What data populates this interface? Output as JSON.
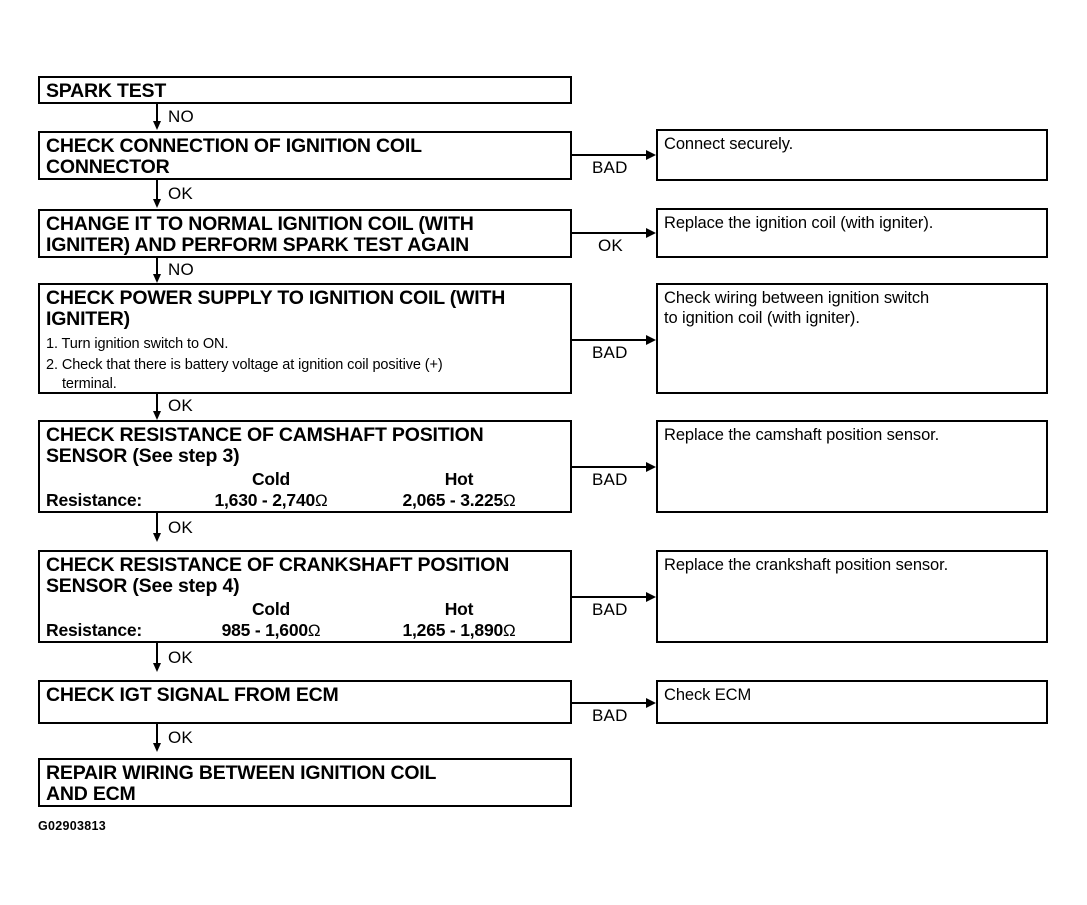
{
  "diagram": {
    "title": "SPARK TEST",
    "footer_code": "G02903813",
    "steps": [
      {
        "id": "spark-test",
        "title": "SPARK TEST"
      },
      {
        "id": "check-connection",
        "title": "CHECK CONNECTION OF IGNITION COIL\nCONNECTOR"
      },
      {
        "id": "change-coil",
        "title": "CHANGE IT TO NORMAL IGNITION COIL (WITH\nIGNITER) AND PERFORM SPARK TEST AGAIN"
      },
      {
        "id": "check-power-supply",
        "title": "CHECK POWER SUPPLY TO IGNITION COIL (WITH\nIGNITER)",
        "substeps": [
          "1. Turn ignition switch to ON.",
          "2. Check that there is battery voltage at ignition coil positive (+)\n     terminal."
        ]
      },
      {
        "id": "check-camshaft-sensor",
        "title": "CHECK RESISTANCE OF CAMSHAFT POSITION\nSENSOR (See step 3)",
        "spec": {
          "header_label": "",
          "cold_header": "Cold",
          "hot_header": "Hot",
          "row_label": "Resistance:",
          "cold_value": "1,630  -  2,740",
          "hot_value": "2,065  -  3.225",
          "unit": "Ω"
        }
      },
      {
        "id": "check-crankshaft-sensor",
        "title": "CHECK RESISTANCE OF CRANKSHAFT POSITION\nSENSOR (See step 4)",
        "spec": {
          "header_label": "",
          "cold_header": "Cold",
          "hot_header": "Hot",
          "row_label": "Resistance:",
          "cold_value": "985  -  1,600",
          "hot_value": "1,265  -  1,890",
          "unit": "Ω"
        }
      },
      {
        "id": "check-igt-signal",
        "title": "CHECK IGT SIGNAL FROM ECM"
      },
      {
        "id": "repair-wiring",
        "title": "REPAIR WIRING BETWEEN IGNITION COIL\nAND ECM"
      }
    ],
    "results": [
      {
        "id": "connect-securely",
        "text": "Connect securely."
      },
      {
        "id": "replace-ignition-coil",
        "text": "Replace the ignition coil (with igniter)."
      },
      {
        "id": "check-wiring",
        "text": "Check wiring between ignition switch\nto ignition coil (with igniter)."
      },
      {
        "id": "replace-camshaft-sensor",
        "text": "Replace the camshaft position sensor."
      },
      {
        "id": "replace-crankshaft-sensor",
        "text": "Replace the crankshaft position sensor."
      },
      {
        "id": "check-ecm",
        "text": "Check ECM"
      }
    ],
    "vertical_labels": [
      "NO",
      "OK",
      "NO",
      "OK",
      "OK",
      "OK",
      "OK"
    ],
    "branch_labels": [
      "BAD",
      "OK",
      "BAD",
      "BAD",
      "BAD",
      "BAD"
    ]
  }
}
